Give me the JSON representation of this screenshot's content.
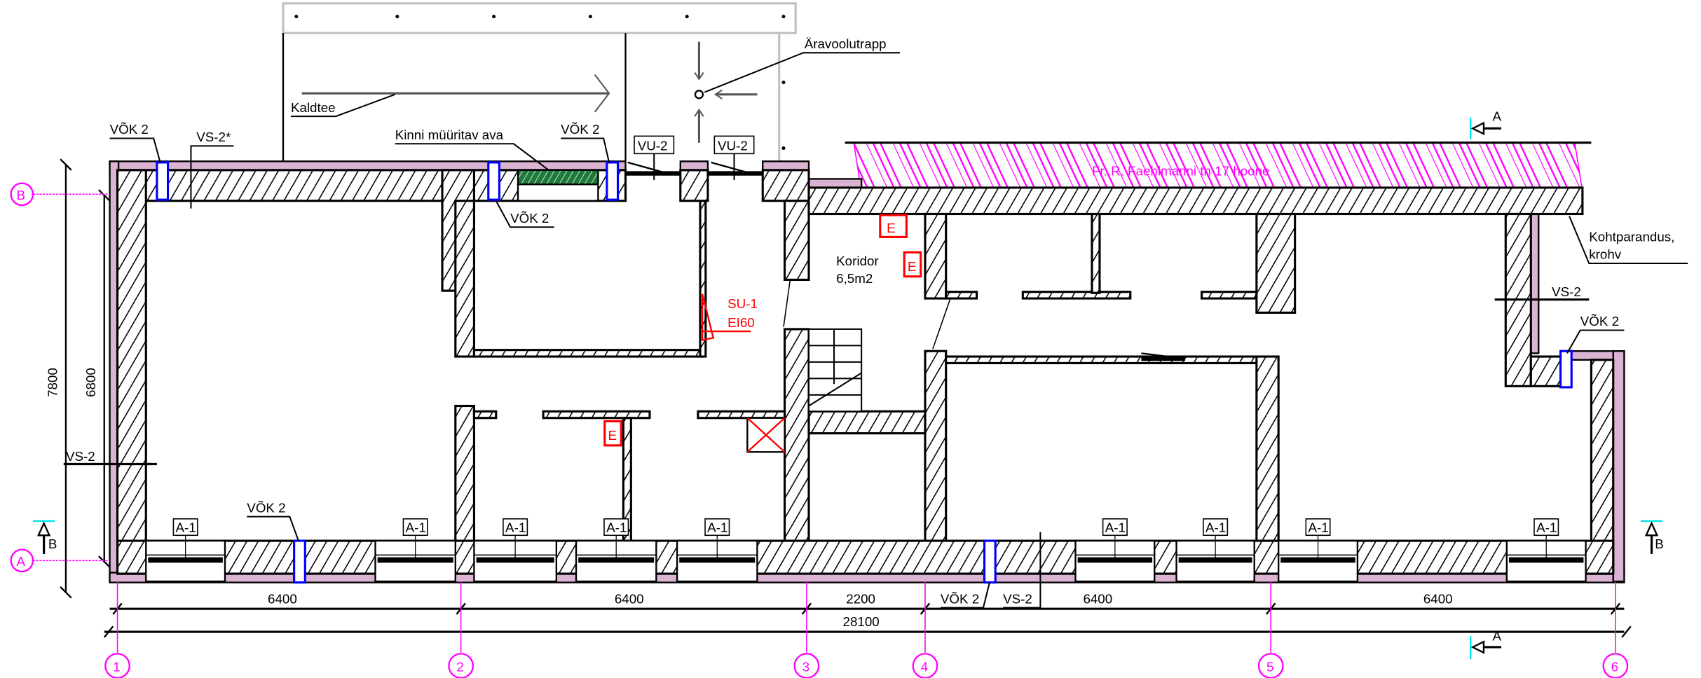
{
  "colors": {
    "wall_finish": "#dbb3d3",
    "axis": "#ff00ff",
    "window_vok": "#0000ff",
    "fire": "#ff0000",
    "section": "#00e5e5",
    "bricked_opening": "#1e7a3a"
  },
  "labels": {
    "kaldtee": "Kaldtee",
    "aravoolutrapp": "Äravoolutrapp",
    "kinni": "Kinni müüritav ava",
    "vok2": "VÕK 2",
    "vs2_star": "VS-2*",
    "vs2": "VS-2",
    "vu2": "VU-2",
    "su1": "SU-1",
    "ei60": "EI60",
    "koridor": "Koridor",
    "koridor_area": "6,5m2",
    "neighbour": "Fr. R. Faehlmanni tn 17 hoone",
    "kohtparandus": "Kohtparandus,",
    "krohv": "krohv",
    "a1": "A-1",
    "e": "E",
    "section_a": "A",
    "section_b": "B"
  },
  "axes": {
    "columns": [
      "1",
      "2",
      "3",
      "4",
      "5",
      "6"
    ],
    "rows": [
      "A",
      "B"
    ]
  },
  "dimensions": {
    "horizontal": [
      "6400",
      "6400",
      "2200",
      "6400",
      "6400"
    ],
    "total": "28100",
    "vertical_outer": "7800",
    "vertical_inner": "6800"
  }
}
